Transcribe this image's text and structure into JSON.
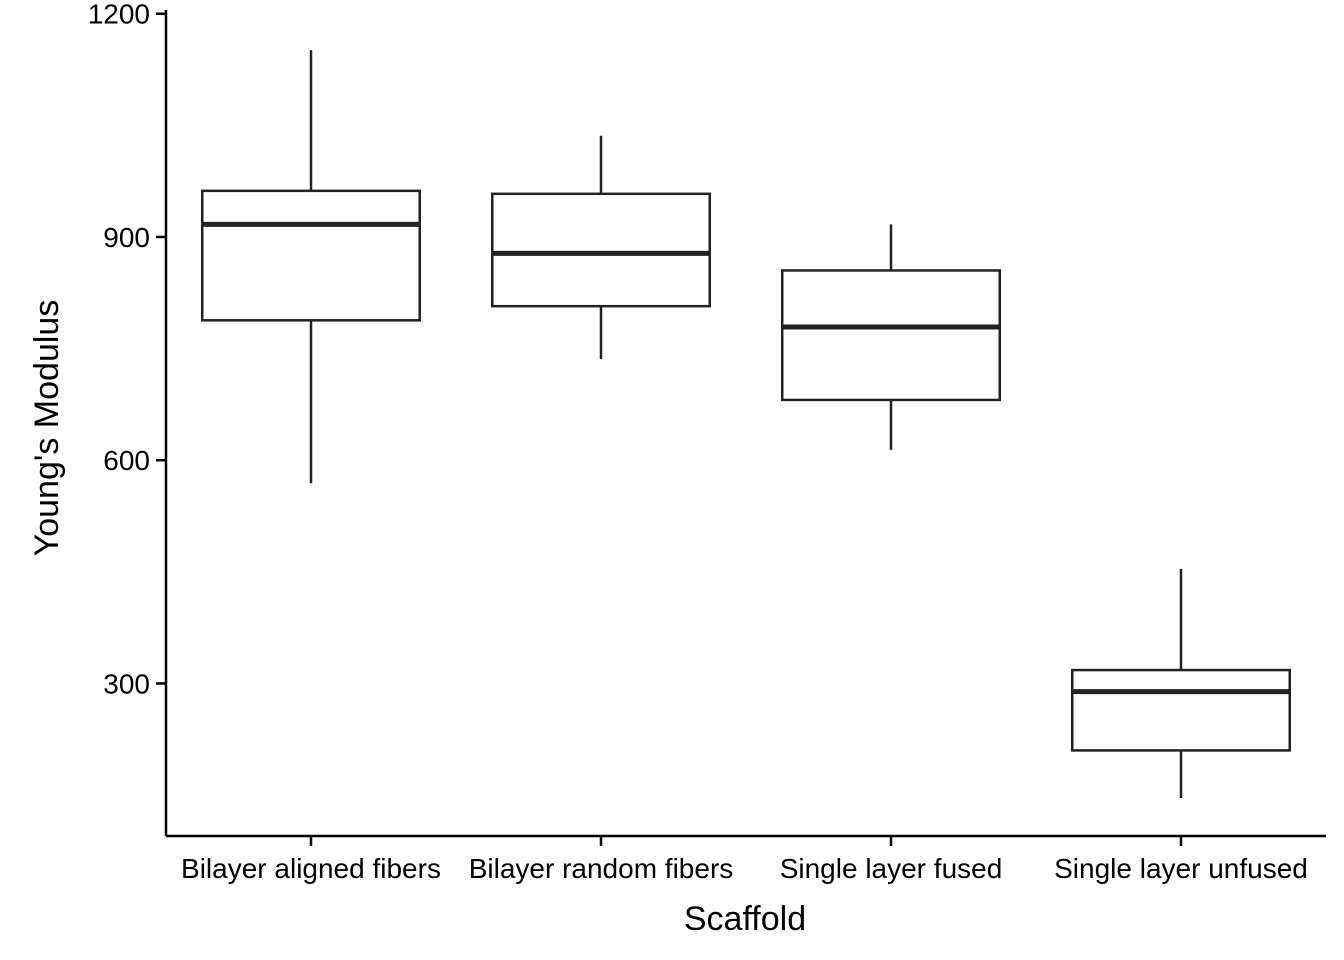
{
  "chart_data": {
    "type": "boxplot",
    "title": "",
    "xlabel": "Scaffold",
    "ylabel": "Young's Modulus",
    "ylim": [
      95,
      1205
    ],
    "yticks": [
      300,
      600,
      900,
      1200
    ],
    "grid": false,
    "legend": "none",
    "categories": [
      "Bilayer aligned fibers",
      "Bilayer random fibers",
      "Single layer fused",
      "Single layer unfused"
    ],
    "boxes": [
      {
        "whisker_low": 569,
        "q1": 788,
        "median": 917,
        "q3": 962,
        "whisker_high": 1151
      },
      {
        "whisker_low": 736,
        "q1": 807,
        "median": 878,
        "q3": 958,
        "whisker_high": 1036
      },
      {
        "whisker_low": 614,
        "q1": 681,
        "median": 779,
        "q3": 855,
        "whisker_high": 917
      },
      {
        "whisker_low": 146,
        "q1": 210,
        "median": 289,
        "q3": 318,
        "whisker_high": 454
      }
    ],
    "colors": {
      "stroke": "#222222",
      "fill": "#ffffff",
      "axis": "#000000"
    }
  }
}
